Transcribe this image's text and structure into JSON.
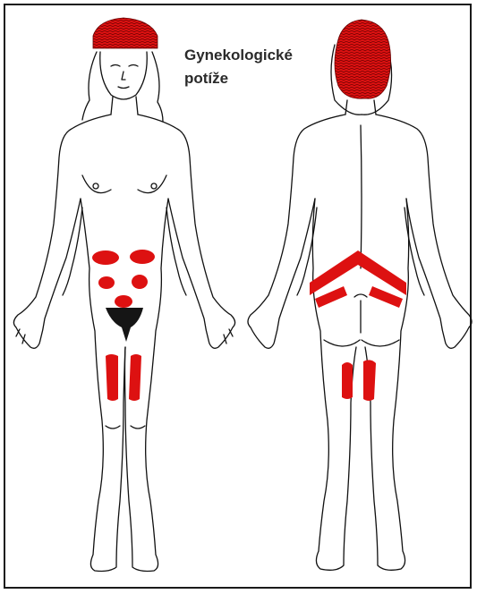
{
  "title": {
    "line1": "Gynekologické",
    "line2": "potíže"
  },
  "colors": {
    "highlight": "#dd1111",
    "outline": "#111111",
    "background": "#ffffff",
    "pubic_hair": "#151515"
  },
  "figures": [
    "front-view-female",
    "back-view-female"
  ]
}
